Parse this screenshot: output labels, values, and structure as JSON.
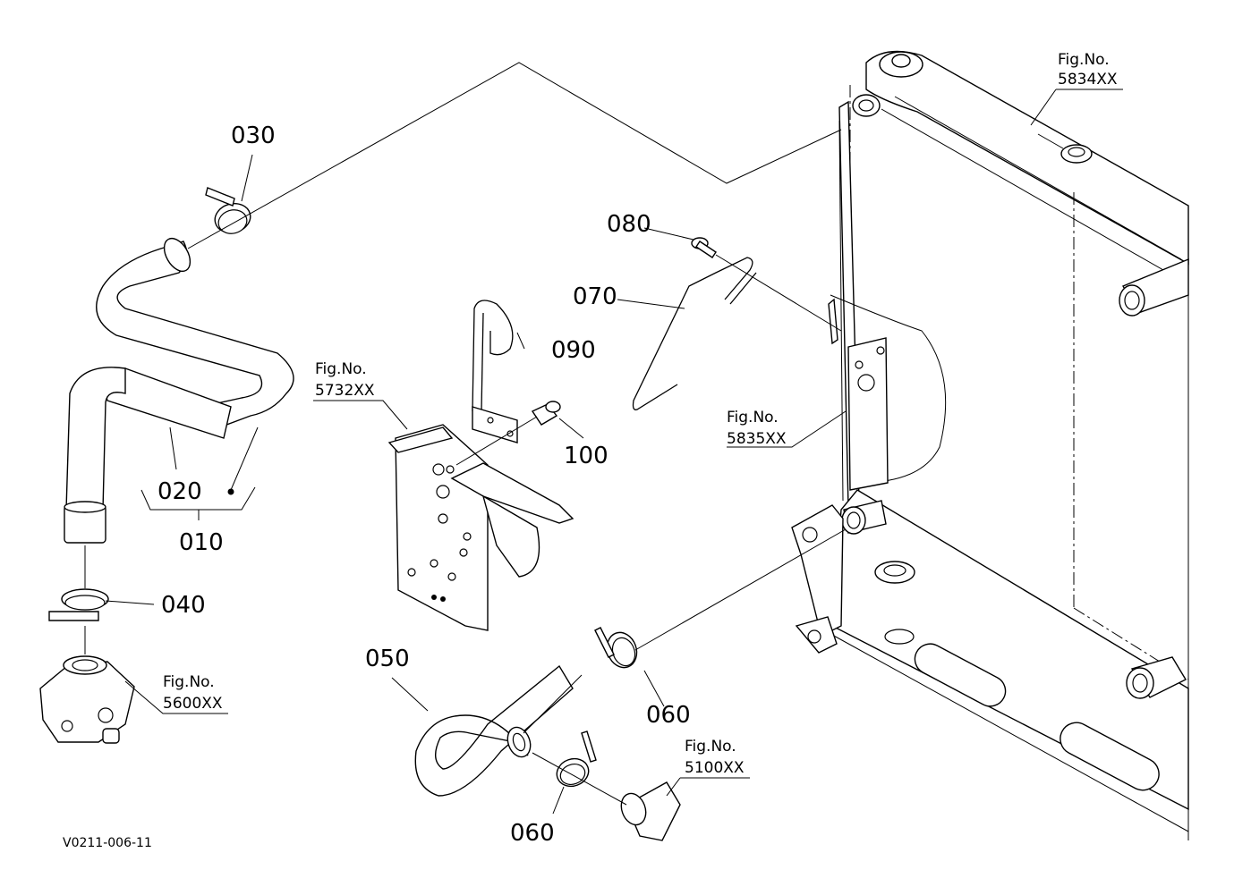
{
  "parts": {
    "p010": "010",
    "p020": "020",
    "p030": "030",
    "p040": "040",
    "p050": "050",
    "p060a": "060",
    "p060b": "060",
    "p070": "070",
    "p080": "080",
    "p090": "090",
    "p100": "100"
  },
  "figures": {
    "f5834": {
      "title": "Fig.No.",
      "number": "5834XX"
    },
    "f5732": {
      "title": "Fig.No.",
      "number": "5732XX"
    },
    "f5835": {
      "title": "Fig.No.",
      "number": "5835XX"
    },
    "f5600": {
      "title": "Fig.No.",
      "number": "5600XX"
    },
    "f5100": {
      "title": "Fig.No.",
      "number": "5100XX"
    }
  },
  "drawing_code": "V0211-006-11"
}
